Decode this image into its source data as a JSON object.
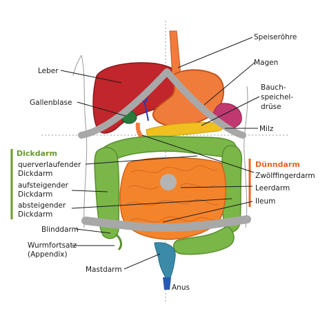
{
  "labels": {
    "speiseroehre": "Speiseröhre",
    "magen": "Magen",
    "bauchspeicheldruese_1": "Bauch-",
    "bauchspeicheldruese_2": "speichel-",
    "bauchspeicheldruese_3": "drüse",
    "milz": "Milz",
    "leber": "Leber",
    "gallenblase": "Gallenblase",
    "zwoelffingerdarm": "Zwölffingerdarm",
    "leerdarm": "Leerdarm",
    "ileum": "Ileum",
    "querverlaufender_1": "querverlaufender",
    "querverlaufender_2": "Dickdarm",
    "aufsteigender_1": "aufsteigender",
    "aufsteigender_2": "Dickdarm",
    "absteigender_1": "absteigender",
    "absteigender_2": "Dickdarm",
    "blinddarm": "Blinddarm",
    "wurmfortsatz_1": "Wurmfortsatz",
    "wurmfortsatz_2": "(Appendix)",
    "mastdarm": "Mastdarm",
    "anus": "Anus"
  },
  "groups": {
    "dickdarm": "Dickdarm",
    "duenndarm": "Dünndarm"
  },
  "colors": {
    "dickdarm_accent": "#6a9a2a",
    "duenndarm_accent": "#e8641e",
    "liver": "#c0262b",
    "stomach": "#f07c3c",
    "small_intestine": "#f4842c",
    "colon": "#7ab648",
    "pancreas": "#f0c020",
    "bones": "#a0a0a0"
  }
}
